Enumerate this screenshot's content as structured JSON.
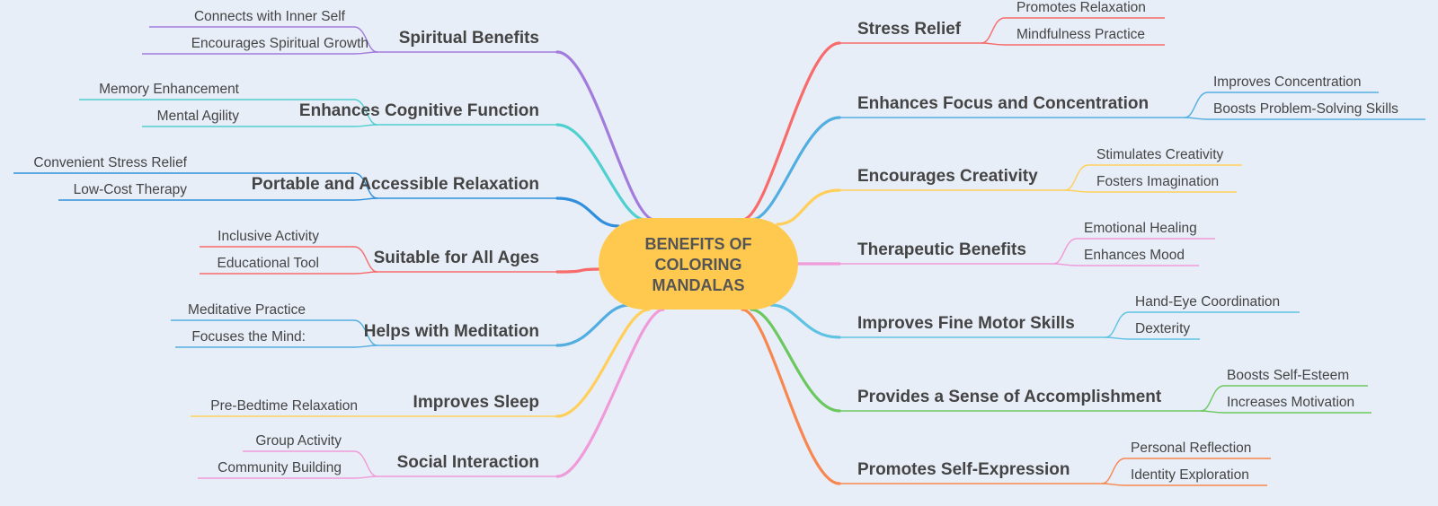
{
  "center": {
    "lines": [
      "BENEFITS OF",
      "COLORING",
      "MANDALAS"
    ],
    "fill": "#ffc94f"
  },
  "branches": [
    {
      "id": "spiritual-benefits",
      "side": "left",
      "label": "Spiritual Benefits",
      "color": "#a27bdc",
      "children": [
        "Connects with Inner Self",
        "Encourages Spiritual Growth"
      ]
    },
    {
      "id": "enhances-cognitive-function",
      "side": "left",
      "label": "Enhances Cognitive Function",
      "color": "#4fcfcf",
      "children": [
        "Memory Enhancement",
        "Mental Agility"
      ]
    },
    {
      "id": "portable-and-accessible-relaxation",
      "side": "left",
      "label": "Portable and Accessible Relaxation",
      "color": "#2f8fdc",
      "children": [
        "Convenient Stress Relief",
        "Low-Cost Therapy"
      ]
    },
    {
      "id": "suitable-for-all-ages",
      "side": "left",
      "label": "Suitable for All Ages",
      "color": "#f76b6b",
      "children": [
        "Inclusive Activity",
        "Educational Tool"
      ]
    },
    {
      "id": "helps-with-meditation",
      "side": "left",
      "label": "Helps with Meditation",
      "color": "#52aee0",
      "children": [
        "Meditative Practice",
        "Focuses the Mind:"
      ]
    },
    {
      "id": "improves-sleep",
      "side": "left",
      "label": "Improves Sleep",
      "color": "#ffcf5a",
      "children": [
        "Pre-Bedtime Relaxation"
      ]
    },
    {
      "id": "social-interaction",
      "side": "left",
      "label": "Social Interaction",
      "color": "#f09ad9",
      "children": [
        "Group Activity",
        "Community Building"
      ]
    },
    {
      "id": "stress-relief",
      "side": "right",
      "label": "Stress Relief",
      "color": "#f76b6b",
      "children": [
        "Promotes Relaxation",
        "Mindfulness Practice"
      ]
    },
    {
      "id": "enhances-focus-and-concentration",
      "side": "right",
      "label": "Enhances Focus and Concentration",
      "color": "#52aee0",
      "children": [
        "Improves Concentration",
        "Boosts Problem-Solving Skills"
      ]
    },
    {
      "id": "encourages-creativity",
      "side": "right",
      "label": "Encourages Creativity",
      "color": "#ffcf5a",
      "children": [
        "Stimulates Creativity",
        "Fosters Imagination"
      ]
    },
    {
      "id": "therapeutic-benefits",
      "side": "right",
      "label": "Therapeutic Benefits",
      "color": "#f09ad9",
      "children": [
        "Emotional Healing",
        "Enhances Mood"
      ]
    },
    {
      "id": "improves-fine-motor-skills",
      "side": "right",
      "label": "Improves Fine Motor Skills",
      "color": "#5ec3e3",
      "children": [
        "Hand-Eye Coordination",
        "Dexterity"
      ]
    },
    {
      "id": "provides-a-sense-of-accomplishment",
      "side": "right",
      "label": "Provides a Sense of Accomplishment",
      "color": "#6ac85e",
      "children": [
        "Boosts Self-Esteem",
        "Increases Motivation"
      ]
    },
    {
      "id": "promotes-self-expression",
      "side": "right",
      "label": "Promotes Self-Expression",
      "color": "#f7874e",
      "children": [
        "Personal Reflection",
        "Identity Exploration"
      ]
    }
  ]
}
